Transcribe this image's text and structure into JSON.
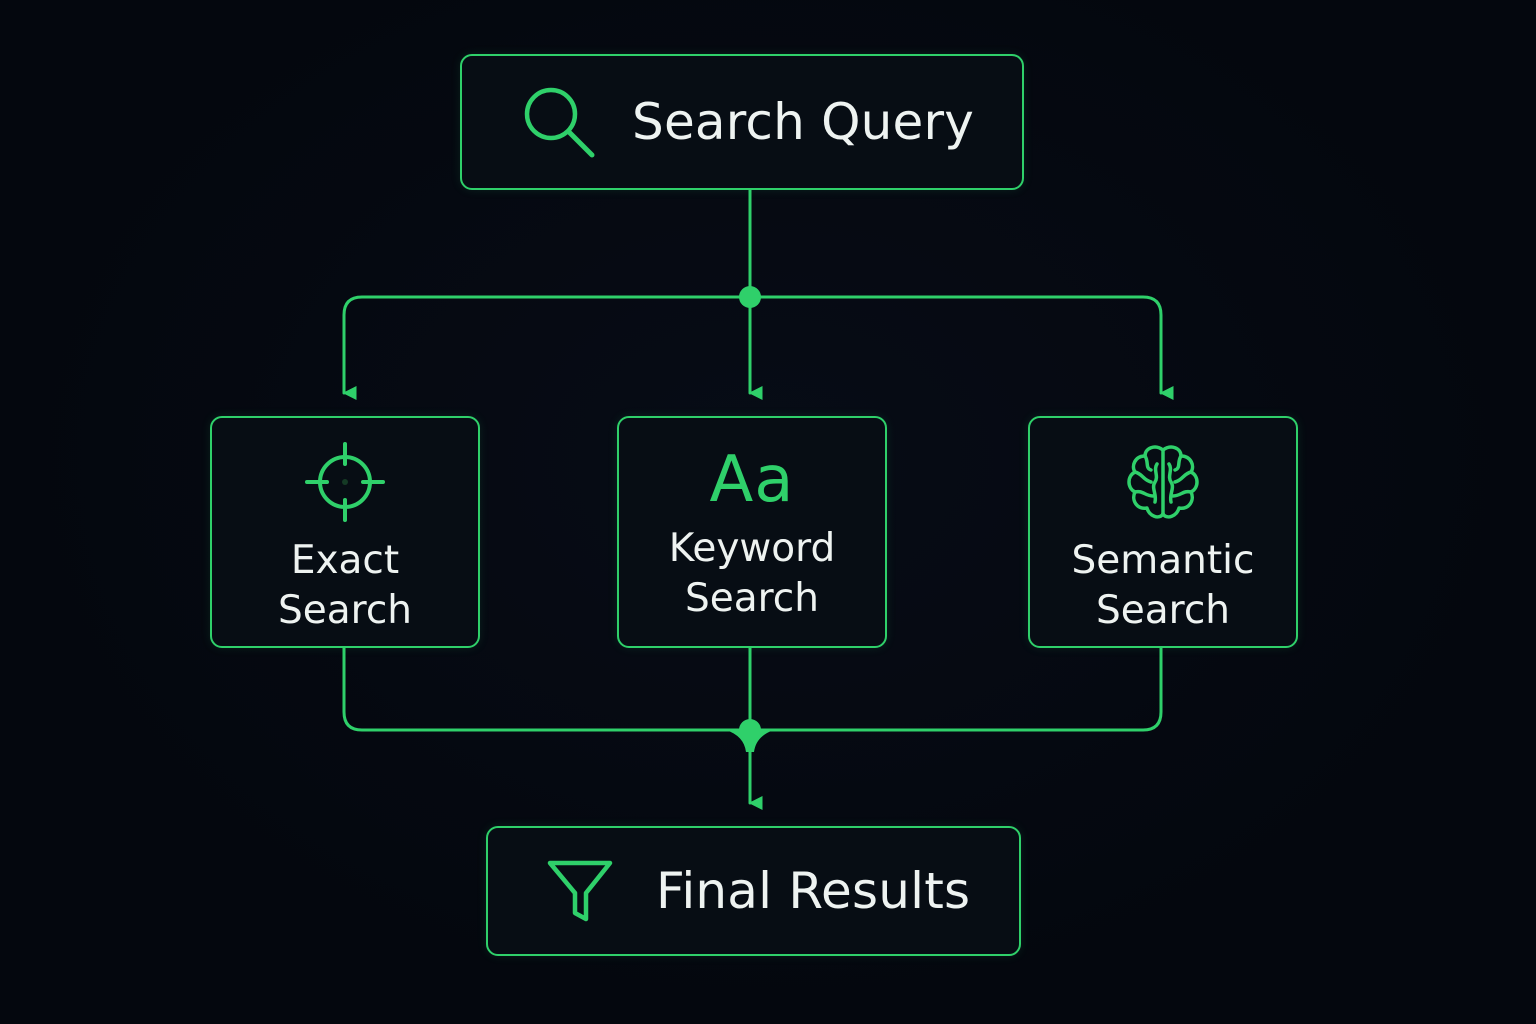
{
  "diagram": {
    "query": {
      "label": "Search Query",
      "icon": "search-icon"
    },
    "methods": [
      {
        "line1": "Exact",
        "line2": "Search",
        "icon": "crosshair-icon"
      },
      {
        "line1": "Keyword",
        "line2": "Search",
        "icon_text": "Aa",
        "icon": "font-icon"
      },
      {
        "line1": "Semantic",
        "line2": "Search",
        "icon": "brain-icon"
      }
    ],
    "results": {
      "label": "Final Results",
      "icon": "funnel-icon"
    }
  },
  "colors": {
    "background": "#04070e",
    "accent": "#2fd06a",
    "text": "#eef3f1",
    "node_fill": "#070d14"
  }
}
